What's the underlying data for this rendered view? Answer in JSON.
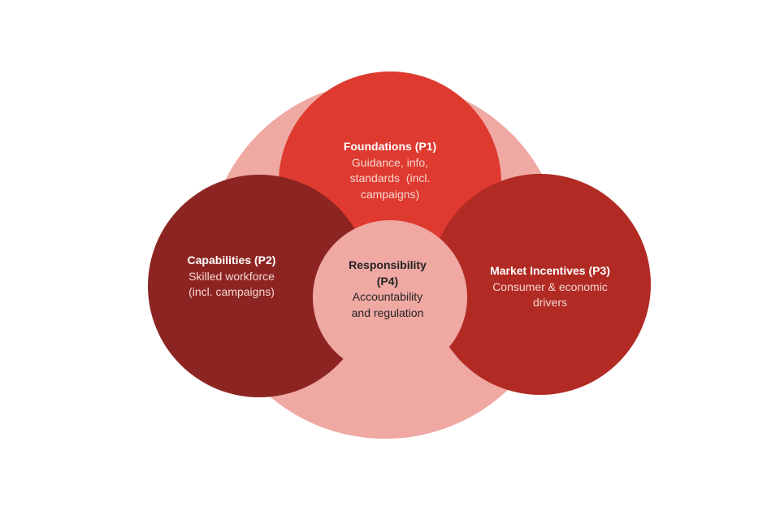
{
  "palette": {
    "page_background": "#FFFFFF",
    "halo_pink": "#F0A8A3",
    "foundations_red": "#DE3A2F",
    "capabilities_maroon": "#8C2522",
    "market_incentives_brick": "#B12A24",
    "responsibility_pink": "#F0A8A3",
    "title_text_light": "#FFFFFF",
    "subtitle_text_light": "#F5D6D1",
    "center_text_dark": "#242424"
  },
  "venn": {
    "foundations": {
      "title": "Foundations (P1)",
      "subtitle_lines": [
        "Guidance, info,",
        "standards  (incl.",
        "campaigns)"
      ],
      "color": "#DE3A2F"
    },
    "capabilities": {
      "title": "Capabilities (P2)",
      "subtitle_lines": [
        "Skilled workforce",
        "(incl. campaigns)"
      ],
      "color": "#8C2522"
    },
    "market_incentives": {
      "title": "Market Incentives (P3)",
      "subtitle_lines": [
        "Consumer & economic",
        "drivers"
      ],
      "color": "#B12A24"
    },
    "responsibility": {
      "title_lines": [
        "Responsibility",
        "(P4)"
      ],
      "subtitle_lines": [
        "Accountability",
        "and regulation"
      ],
      "color": "#F0A8A3"
    }
  }
}
